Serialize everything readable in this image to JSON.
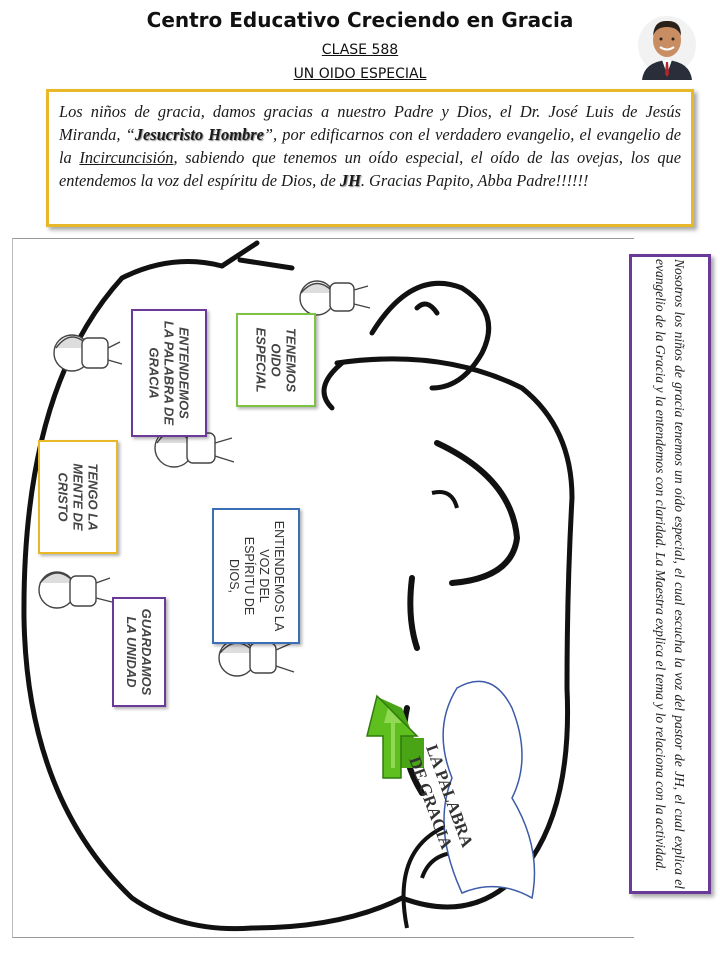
{
  "header": {
    "title": "Centro Educativo Creciendo en Gracia",
    "class_number": "CLASE 588",
    "class_title": "UN OIDO ESPECIAL"
  },
  "intro": {
    "part1": "Los niños de gracia, damos gracias a nuestro Padre y Dios, el Dr. José Luis de Jesús Miranda, “",
    "bold1": "Jesucristo Hombre",
    "part2": "”, por edificarnos con el verdadero evangelio, el evangelio de la ",
    "underlined": "Incircuncisión",
    "part3": ", sabiendo que tenemos un oído especial, el oído de las ovejas, los que entendemos la voz del espíritu de Dios, de ",
    "bold2": "JH",
    "part4": ". Gracias Papito, Abba Padre!!!!!!"
  },
  "labels": {
    "tenemos": [
      "TENEMOS",
      "OIDO",
      "ESPECIAL"
    ],
    "entendemos_palabra": [
      "ENTENDEMOS",
      "LA PALABRA DE",
      "GRACIA"
    ],
    "mente": [
      "TENGO LA",
      "MENTE DE",
      "CRISTO"
    ],
    "voz": [
      "ENTIENDEMOS LA",
      "VOZ DEL",
      "ESPÍRITU DE",
      "DIOS,"
    ],
    "unidad": [
      "GUARDAMOS",
      "LA UNIDAD"
    ],
    "palabra": [
      "LA PALABRA",
      "DE GRACIA"
    ]
  },
  "side_note": "Nosotros los niños de gracia tenemos un oído especial, el cual escucha la voz del pastor de JH, el cual explica el evangelio de la Gracia y la entendemos con claridad.  La Maestra explica el tema y lo relaciona con la actividad.",
  "colors": {
    "yellow": "#e8b829",
    "purple": "#6b3a99",
    "green": "#7cc243",
    "blue": "#3a6fb5",
    "arrow": "#5fbf1f"
  }
}
